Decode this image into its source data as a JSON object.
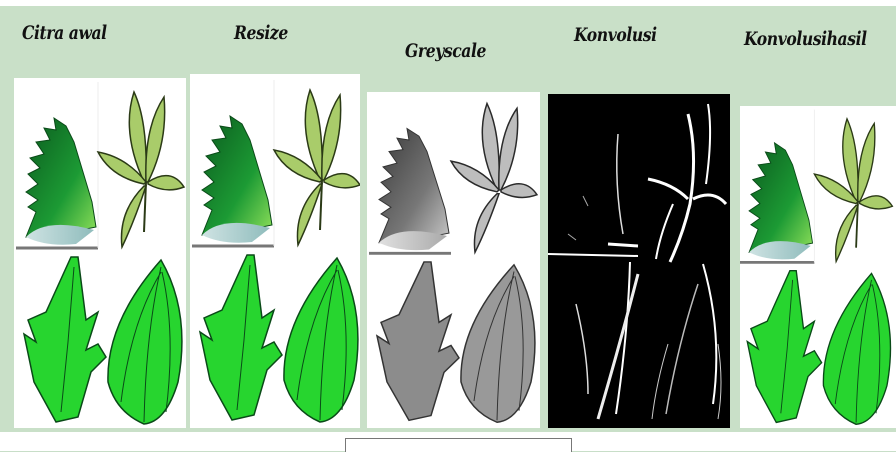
{
  "titles": {
    "citra_awal": "Citra awal",
    "resize": "Resize",
    "greyscale": "Greyscale",
    "konvolusi": "Konvolusi",
    "konvolusi_hasil": "Konvolusihasil"
  },
  "colors": {
    "background": "#c9e0c8",
    "leaf_dark_green": "#0f7a2a",
    "leaf_bright_green": "#27d52f",
    "leaf_pale_green": "#a9cc6a",
    "grey_leaf": "#8c8c8c",
    "edge_black": "#000000",
    "edge_white": "#ffffff"
  },
  "panels": [
    {
      "name": "citra-awal",
      "style": "color"
    },
    {
      "name": "resize",
      "style": "color"
    },
    {
      "name": "greyscale",
      "style": "grey"
    },
    {
      "name": "konvolusi",
      "style": "edges"
    },
    {
      "name": "konvolusi-hasil",
      "style": "color"
    }
  ]
}
